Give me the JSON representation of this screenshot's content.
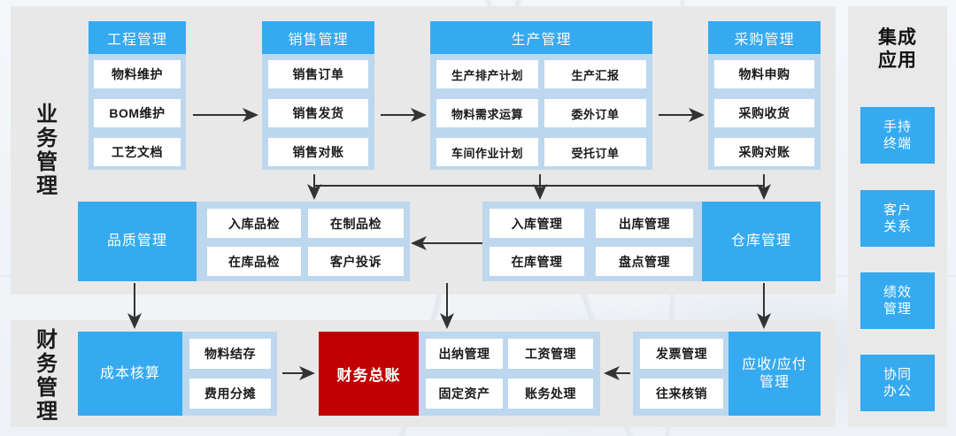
{
  "sections": {
    "business": {
      "label": "业务管理"
    },
    "finance": {
      "label": "财务管理"
    },
    "apps": {
      "title": "集成\n应用",
      "title_line1": "集成",
      "title_line2": "应用"
    }
  },
  "modules": {
    "engineering": {
      "title": "工程管理",
      "items": [
        "物料维护",
        "BOM维护",
        "工艺文档"
      ]
    },
    "sales": {
      "title": "销售管理",
      "items": [
        "销售订单",
        "销售发货",
        "销售对账"
      ]
    },
    "production": {
      "title": "生产管理",
      "items": [
        "生产排产计划",
        "生产汇报",
        "物料需求运算",
        "委外订单",
        "车间作业计划",
        "受托订单"
      ]
    },
    "purchase": {
      "title": "采购管理",
      "items": [
        "物料申购",
        "采购收货",
        "采购对账"
      ]
    },
    "quality": {
      "title": "品质管理",
      "items": [
        "入库品检",
        "在制品检",
        "在库品检",
        "客户投诉"
      ]
    },
    "warehouse": {
      "title": "仓库管理",
      "items": [
        "入库管理",
        "出库管理",
        "在库管理",
        "盘点管理"
      ]
    },
    "cost": {
      "title": "成本核算",
      "items": [
        "物料结存",
        "费用分摊"
      ]
    },
    "ledger": {
      "title": "财务总账"
    },
    "treasury": {
      "items": [
        "出纳管理",
        "工资管理",
        "固定资产",
        "账务处理"
      ]
    },
    "receivable": {
      "title_line1": "应收/应付",
      "title_line2": "管理",
      "items": [
        "发票管理",
        "往来核销"
      ]
    }
  },
  "apps": [
    {
      "line1": "手持",
      "line2": "终端"
    },
    {
      "line1": "客户",
      "line2": "关系"
    },
    {
      "line1": "绩效",
      "line2": "管理"
    },
    {
      "line1": "协同",
      "line2": "办公"
    }
  ],
  "colors": {
    "accent_blue": "#35aaf0",
    "card_frame": "#bdd7ee",
    "panel_gray": "#e8e8e8",
    "ledger_red": "#c00000",
    "chip_white": "#ffffff",
    "arrow": "#333333"
  }
}
